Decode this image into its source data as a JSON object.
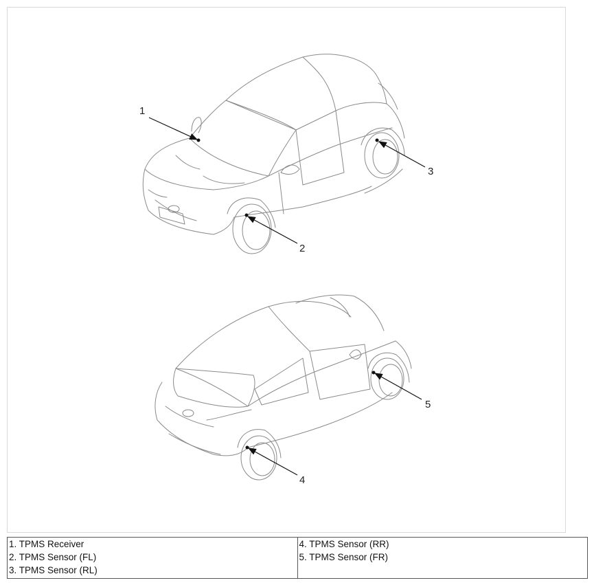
{
  "callouts": {
    "c1": "1",
    "c2": "2",
    "c3": "3",
    "c4": "4",
    "c5": "5"
  },
  "legend": {
    "left": [
      "1. TPMS Receiver",
      "2. TPMS Sensor (FL)",
      "3. TPMS Sensor (RL)"
    ],
    "right": [
      "4. TPMS Sensor (RR)",
      "5. TPMS Sensor (FR)"
    ]
  }
}
